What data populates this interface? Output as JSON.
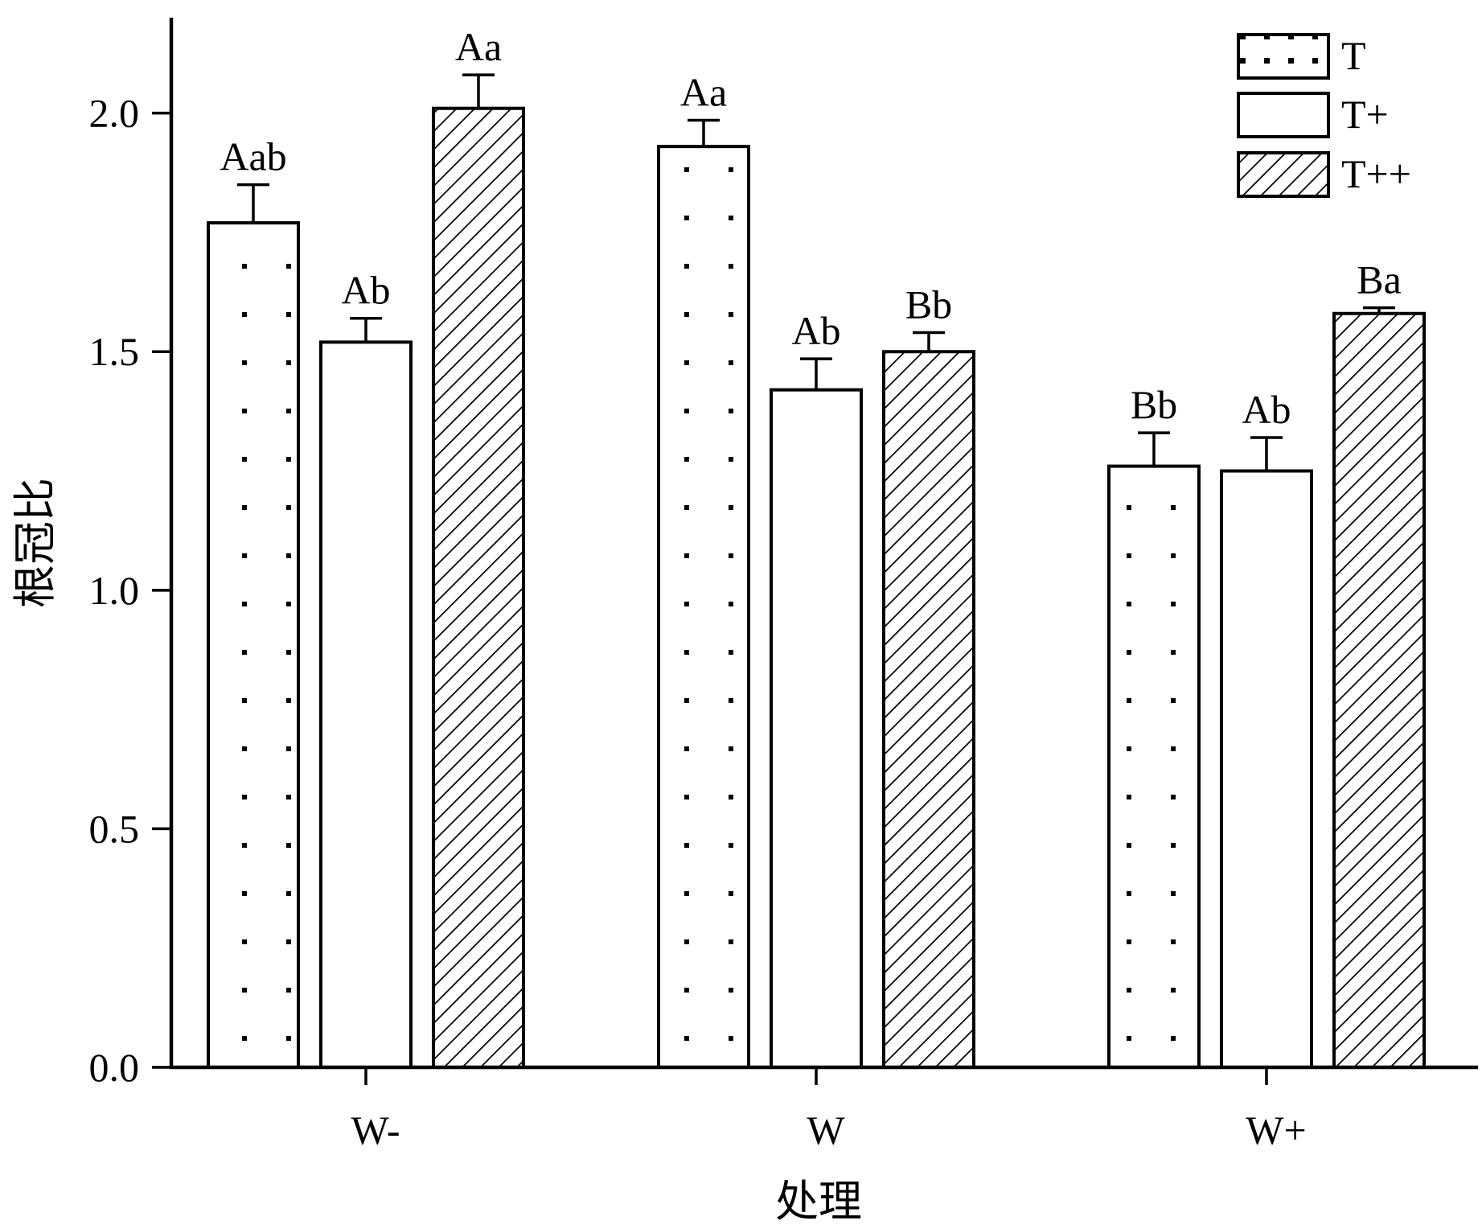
{
  "chart_data": {
    "type": "bar",
    "categories": [
      "W-",
      "W",
      "W+"
    ],
    "series": [
      {
        "name": "T",
        "values": [
          1.77,
          1.93,
          1.26
        ],
        "errors": [
          0.08,
          0.055,
          0.07
        ],
        "sig": [
          "Aab",
          "Aa",
          "Bb"
        ],
        "pattern": "dots"
      },
      {
        "name": "T+",
        "values": [
          1.52,
          1.42,
          1.25
        ],
        "errors": [
          0.05,
          0.065,
          0.07
        ],
        "sig": [
          "Ab",
          "Ab",
          "Ab"
        ],
        "pattern": "none"
      },
      {
        "name": "T++",
        "values": [
          2.01,
          1.5,
          1.58
        ],
        "errors": [
          0.07,
          0.04,
          0.012
        ],
        "sig": [
          "Aa",
          "Bb",
          "Ba"
        ],
        "pattern": "hatch"
      }
    ],
    "xlabel": "处理",
    "ylabel": "根冠比",
    "ylim": [
      0,
      2.2
    ],
    "yticks": [
      "0.0",
      "0.5",
      "1.0",
      "1.5",
      "2.0"
    ],
    "grid": false,
    "legend_position": "top-right"
  }
}
